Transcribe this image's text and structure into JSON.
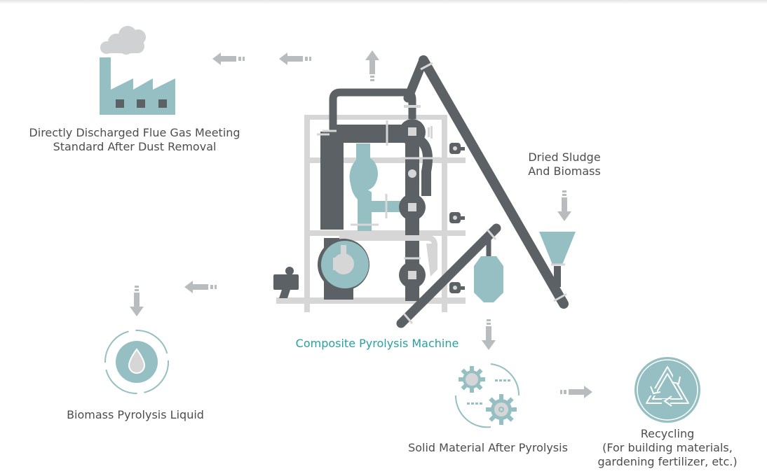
{
  "colors": {
    "teal": "#95bfc2",
    "dark": "#5c6166",
    "light_gray": "#d6d6d6",
    "arrow_gray": "#b9bcbf",
    "label_text": "#4d4d4d",
    "machine_label": "#2aa0a0"
  },
  "nodes": {
    "flue_gas": {
      "icon": "factory-icon",
      "label_line1": "Directly Discharged Flue Gas Meeting",
      "label_line2": "Standard After Dust Removal"
    },
    "dried_sludge": {
      "icon": "hopper-icon",
      "label_line1": "Dried Sludge",
      "label_line2": "And Biomass"
    },
    "machine": {
      "icon": "pyrolysis-machine-icon",
      "label": "Composite Pyrolysis Machine"
    },
    "pyrolysis_liquid": {
      "icon": "droplet-cycle-icon",
      "label": "Biomass Pyrolysis Liquid"
    },
    "solid_material": {
      "icon": "gears-icon",
      "label": "Solid Material After Pyrolysis"
    },
    "recycling": {
      "icon": "recycle-icon",
      "label_line1": "Recycling",
      "label_line2": "(For building materials,",
      "label_line3": "gardening fertilizer, etc.)"
    }
  },
  "flows": [
    {
      "from": "dried_sludge",
      "to": "machine",
      "direction": "down"
    },
    {
      "from": "machine",
      "to": "flue_gas",
      "direction": "up-left"
    },
    {
      "from": "machine",
      "to": "pyrolysis_liquid",
      "direction": "left-down"
    },
    {
      "from": "machine",
      "to": "solid_material",
      "direction": "down"
    },
    {
      "from": "solid_material",
      "to": "recycling",
      "direction": "right"
    }
  ]
}
